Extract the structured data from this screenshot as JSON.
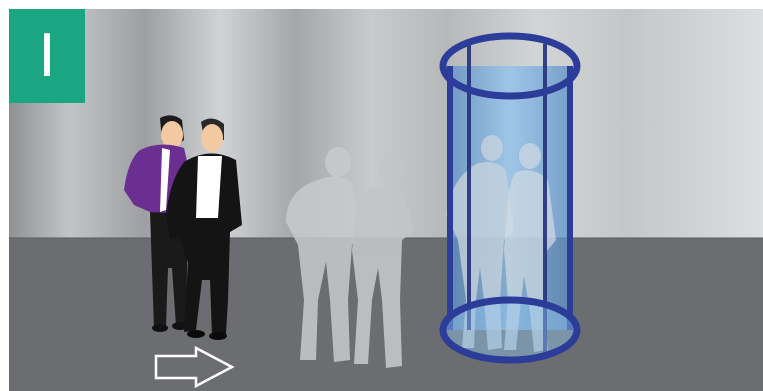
{
  "badge": {
    "label": "I",
    "color": "#1aa683"
  },
  "scene": {
    "wall_color": "#b3b5b7",
    "floor_color": "#6c6d70",
    "door_frame_color": "#2c3d99",
    "door_glass_color": "#7ab4e6",
    "people": [
      {
        "role": "man-purple-shirt",
        "shirt_color": "#6b2f92"
      },
      {
        "role": "man-black-suit",
        "suit_color": "#141414"
      },
      {
        "role": "ghost-figure-1"
      },
      {
        "role": "ghost-figure-2"
      },
      {
        "role": "figure-inside-door-1"
      },
      {
        "role": "figure-inside-door-2"
      }
    ],
    "arrow_icon": "right-arrow-outline-icon"
  }
}
